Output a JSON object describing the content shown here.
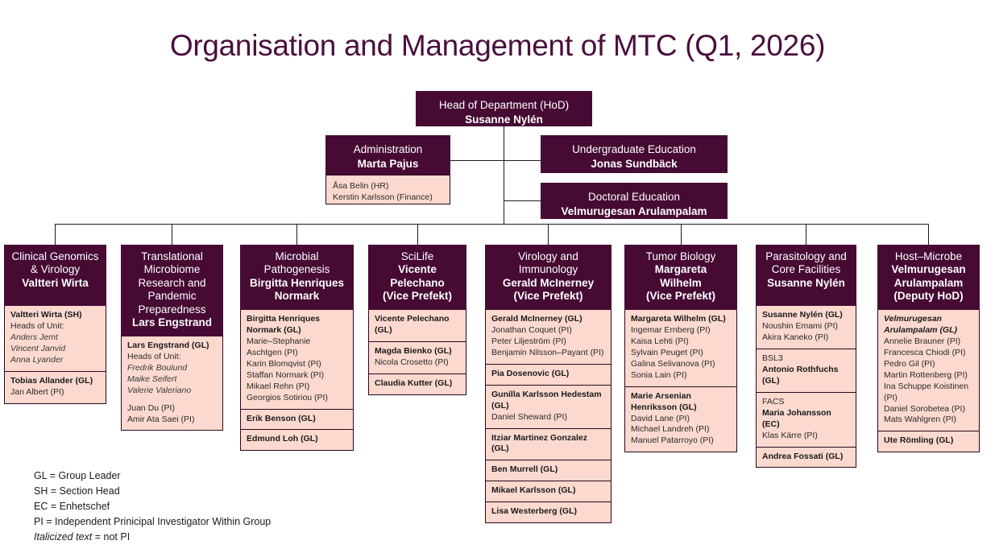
{
  "title": "Organisation and Management of MTC (Q1, 2026)",
  "colors": {
    "header_purple": "#460a33",
    "body_pink": "#fbd9cf",
    "title_purple": "#4a0f3d",
    "line": "#1b1b1b"
  },
  "top": {
    "hod": {
      "line1": "Head of Department (HoD)",
      "line2": "Susanne Nylén"
    },
    "admin": {
      "line1": "Administration",
      "line2": "Marta Pajus",
      "members": [
        "Åsa Belin (HR)",
        "Kerstin Karlsson (Finance)"
      ]
    },
    "undergrad": {
      "line1": "Undergraduate Education",
      "line2": "Jonas Sundbäck"
    },
    "doctoral": {
      "line1": "Doctoral  Education",
      "line2": "Velmurugesan Arulampalam"
    }
  },
  "columns": [
    {
      "header": {
        "plain": [
          "Clinical Genomics",
          "& Virology"
        ],
        "bold": [
          "Valtteri Wirta"
        ]
      },
      "groups": [
        {
          "lines": [
            {
              "t": "Valtteri Wirta (SH)",
              "s": "b"
            },
            {
              "t": "Heads of Unit:",
              "s": "n"
            },
            {
              "t": "Anders Jemt",
              "s": "i"
            },
            {
              "t": "Vincent Janvid",
              "s": "i"
            },
            {
              "t": "Anna Lyander",
              "s": "i"
            }
          ]
        },
        {
          "lines": [
            {
              "t": "Tobias Allander (GL)",
              "s": "b"
            },
            {
              "t": "Jan Albert (PI)",
              "s": "n"
            }
          ]
        }
      ]
    },
    {
      "header": {
        "plain": [
          "Translational",
          "Microbiome",
          "Research and",
          "Pandemic",
          "Preparedness"
        ],
        "bold": [
          "Lars Engstrand"
        ]
      },
      "groups": [
        {
          "lines": [
            {
              "t": "Lars Engstrand (GL)",
              "s": "b"
            },
            {
              "t": "Heads of Unit:",
              "s": "n"
            },
            {
              "t": "Fredrik Boulund",
              "s": "i"
            },
            {
              "t": "Maike Seifert",
              "s": "i"
            },
            {
              "t": "Valerie Valeriano",
              "s": "i"
            },
            {
              "t": "",
              "s": "sp"
            },
            {
              "t": "Juan Du (PI)",
              "s": "n"
            },
            {
              "t": "Amir Ata Saei (PI)",
              "s": "n"
            }
          ]
        }
      ]
    },
    {
      "header": {
        "plain": [
          "Microbial",
          "Pathogenesis"
        ],
        "bold": [
          "Birgitta Henriques",
          "Normark"
        ]
      },
      "groups": [
        {
          "lines": [
            {
              "t": "Birgitta Henriques",
              "s": "b"
            },
            {
              "t": "Normark (GL)",
              "s": "b"
            },
            {
              "t": "Marie–Stephanie",
              "s": "n"
            },
            {
              "t": "Aschtgen (PI)",
              "s": "n"
            },
            {
              "t": "Karin Blomqvist (PI)",
              "s": "n"
            },
            {
              "t": "Staffan Normark (PI)",
              "s": "n"
            },
            {
              "t": "Mikael Rehn (PI)",
              "s": "n"
            },
            {
              "t": "Georgios Sotiriou (PI)",
              "s": "n"
            }
          ]
        },
        {
          "lines": [
            {
              "t": "Erik Benson (GL)",
              "s": "b"
            }
          ]
        },
        {
          "lines": [
            {
              "t": "Edmund Loh (GL)",
              "s": "b"
            }
          ]
        }
      ]
    },
    {
      "header": {
        "plain": [
          "SciLife"
        ],
        "bold": [
          "Vicente",
          "Pelechano",
          "(Vice Prefekt)"
        ]
      },
      "groups": [
        {
          "lines": [
            {
              "t": "Vicente Pelechano (GL)",
              "s": "b"
            }
          ]
        },
        {
          "lines": [
            {
              "t": "Magda Bienko (GL)",
              "s": "b"
            },
            {
              "t": "Nicola Crosetto (PI)",
              "s": "n"
            }
          ]
        },
        {
          "lines": [
            {
              "t": "Claudia Kutter (GL)",
              "s": "b"
            }
          ]
        }
      ]
    },
    {
      "header": {
        "plain": [
          "Virology and",
          "Immunology"
        ],
        "bold": [
          "Gerald McInerney",
          "(Vice Prefekt)"
        ]
      },
      "groups": [
        {
          "lines": [
            {
              "t": "Gerald McInerney (GL)",
              "s": "b"
            },
            {
              "t": "Jonathan Coquet (PI)",
              "s": "n"
            },
            {
              "t": "Peter Liljeström (PI)",
              "s": "n"
            },
            {
              "t": "Benjamin Nilsson–Payant (PI)",
              "s": "n"
            }
          ]
        },
        {
          "lines": [
            {
              "t": "Pia Dosenovic (GL)",
              "s": "b"
            }
          ]
        },
        {
          "lines": [
            {
              "t": "Gunilla Karlsson Hedestam",
              "s": "b"
            },
            {
              "t": "(GL)",
              "s": "b"
            },
            {
              "t": "Daniel Sheward (PI)",
              "s": "n"
            }
          ]
        },
        {
          "lines": [
            {
              "t": "Itziar Martinez Gonzalez (GL)",
              "s": "b"
            }
          ]
        },
        {
          "lines": [
            {
              "t": "Ben Murrell (GL)",
              "s": "b"
            }
          ]
        },
        {
          "lines": [
            {
              "t": "Mikael Karlsson (GL)",
              "s": "b"
            }
          ]
        },
        {
          "lines": [
            {
              "t": "Lisa Westerberg (GL)",
              "s": "b"
            }
          ]
        }
      ]
    },
    {
      "header": {
        "plain": [
          "Tumor Biology"
        ],
        "bold": [
          "Margareta",
          "Wilhelm",
          "(Vice Prefekt)"
        ]
      },
      "groups": [
        {
          "lines": [
            {
              "t": "Margareta Wilhelm (GL)",
              "s": "b"
            },
            {
              "t": "Ingemar Ernberg (PI)",
              "s": "n"
            },
            {
              "t": "Kaisa Lehti (PI)",
              "s": "n"
            },
            {
              "t": "Sylvain Peuget (PI)",
              "s": "n"
            },
            {
              "t": "Galina Selivanova (PI)",
              "s": "n"
            },
            {
              "t": "Sonia Lain (PI)",
              "s": "n"
            }
          ]
        },
        {
          "lines": [
            {
              "t": "Marie Arsenian",
              "s": "b"
            },
            {
              "t": "Henriksson (GL)",
              "s": "b"
            },
            {
              "t": "David Lane (PI)",
              "s": "n"
            },
            {
              "t": "Michael Landreh (PI)",
              "s": "n"
            },
            {
              "t": "Manuel Patarroyo (PI)",
              "s": "n"
            }
          ]
        }
      ]
    },
    {
      "header": {
        "plain": [
          "Parasitology and",
          "Core Facilities"
        ],
        "bold": [
          "Susanne Nylén"
        ]
      },
      "groups": [
        {
          "lines": [
            {
              "t": "Susanne Nylén (GL)",
              "s": "b"
            },
            {
              "t": "Noushin Emami (PI)",
              "s": "n"
            },
            {
              "t": "Akira Kaneko (PI)",
              "s": "n"
            }
          ]
        },
        {
          "lines": [
            {
              "t": "BSL3",
              "s": "n"
            },
            {
              "t": "Antonio Rothfuchs (GL)",
              "s": "b"
            }
          ]
        },
        {
          "lines": [
            {
              "t": "FACS",
              "s": "n"
            },
            {
              "t": "Maria Johansson (EC)",
              "s": "b"
            },
            {
              "t": "Klas Kärre (PI)",
              "s": "n"
            }
          ]
        },
        {
          "lines": [
            {
              "t": "Andrea Fossati (GL)",
              "s": "b"
            }
          ]
        }
      ]
    },
    {
      "header": {
        "plain": [
          "Host–Microbe"
        ],
        "bold": [
          "Velmurugesan",
          "Arulampalam",
          "(Deputy HoD)"
        ]
      },
      "groups": [
        {
          "lines": [
            {
              "t": "Velmurugesan",
              "s": "bi"
            },
            {
              "t": "Arulampalam (GL)",
              "s": "bi"
            },
            {
              "t": "Annelie Brauner (PI)",
              "s": "n"
            },
            {
              "t": "Francesca Chiodi (PI)",
              "s": "n"
            },
            {
              "t": "Pedro Gil (PI)",
              "s": "n"
            },
            {
              "t": "Martin Rottenberg (PI)",
              "s": "n"
            },
            {
              "t": "Ina Schuppe Koistinen (PI)",
              "s": "n"
            },
            {
              "t": "Daniel Sorobetea (PI)",
              "s": "n"
            },
            {
              "t": "Mats Wahlgren (PI)",
              "s": "n"
            }
          ]
        },
        {
          "lines": [
            {
              "t": "Ute Römling (GL)",
              "s": "b"
            }
          ]
        }
      ]
    }
  ],
  "legend": [
    {
      "text": "GL = Group Leader",
      "italic": false
    },
    {
      "text": "SH = Section Head",
      "italic": false
    },
    {
      "text": "EC = Enhetschef",
      "italic": false
    },
    {
      "text": "PI = Independent Prinicipal Investigator Within Group",
      "italic": false
    },
    {
      "text": "Italicized text = not PI",
      "italic": true
    }
  ]
}
